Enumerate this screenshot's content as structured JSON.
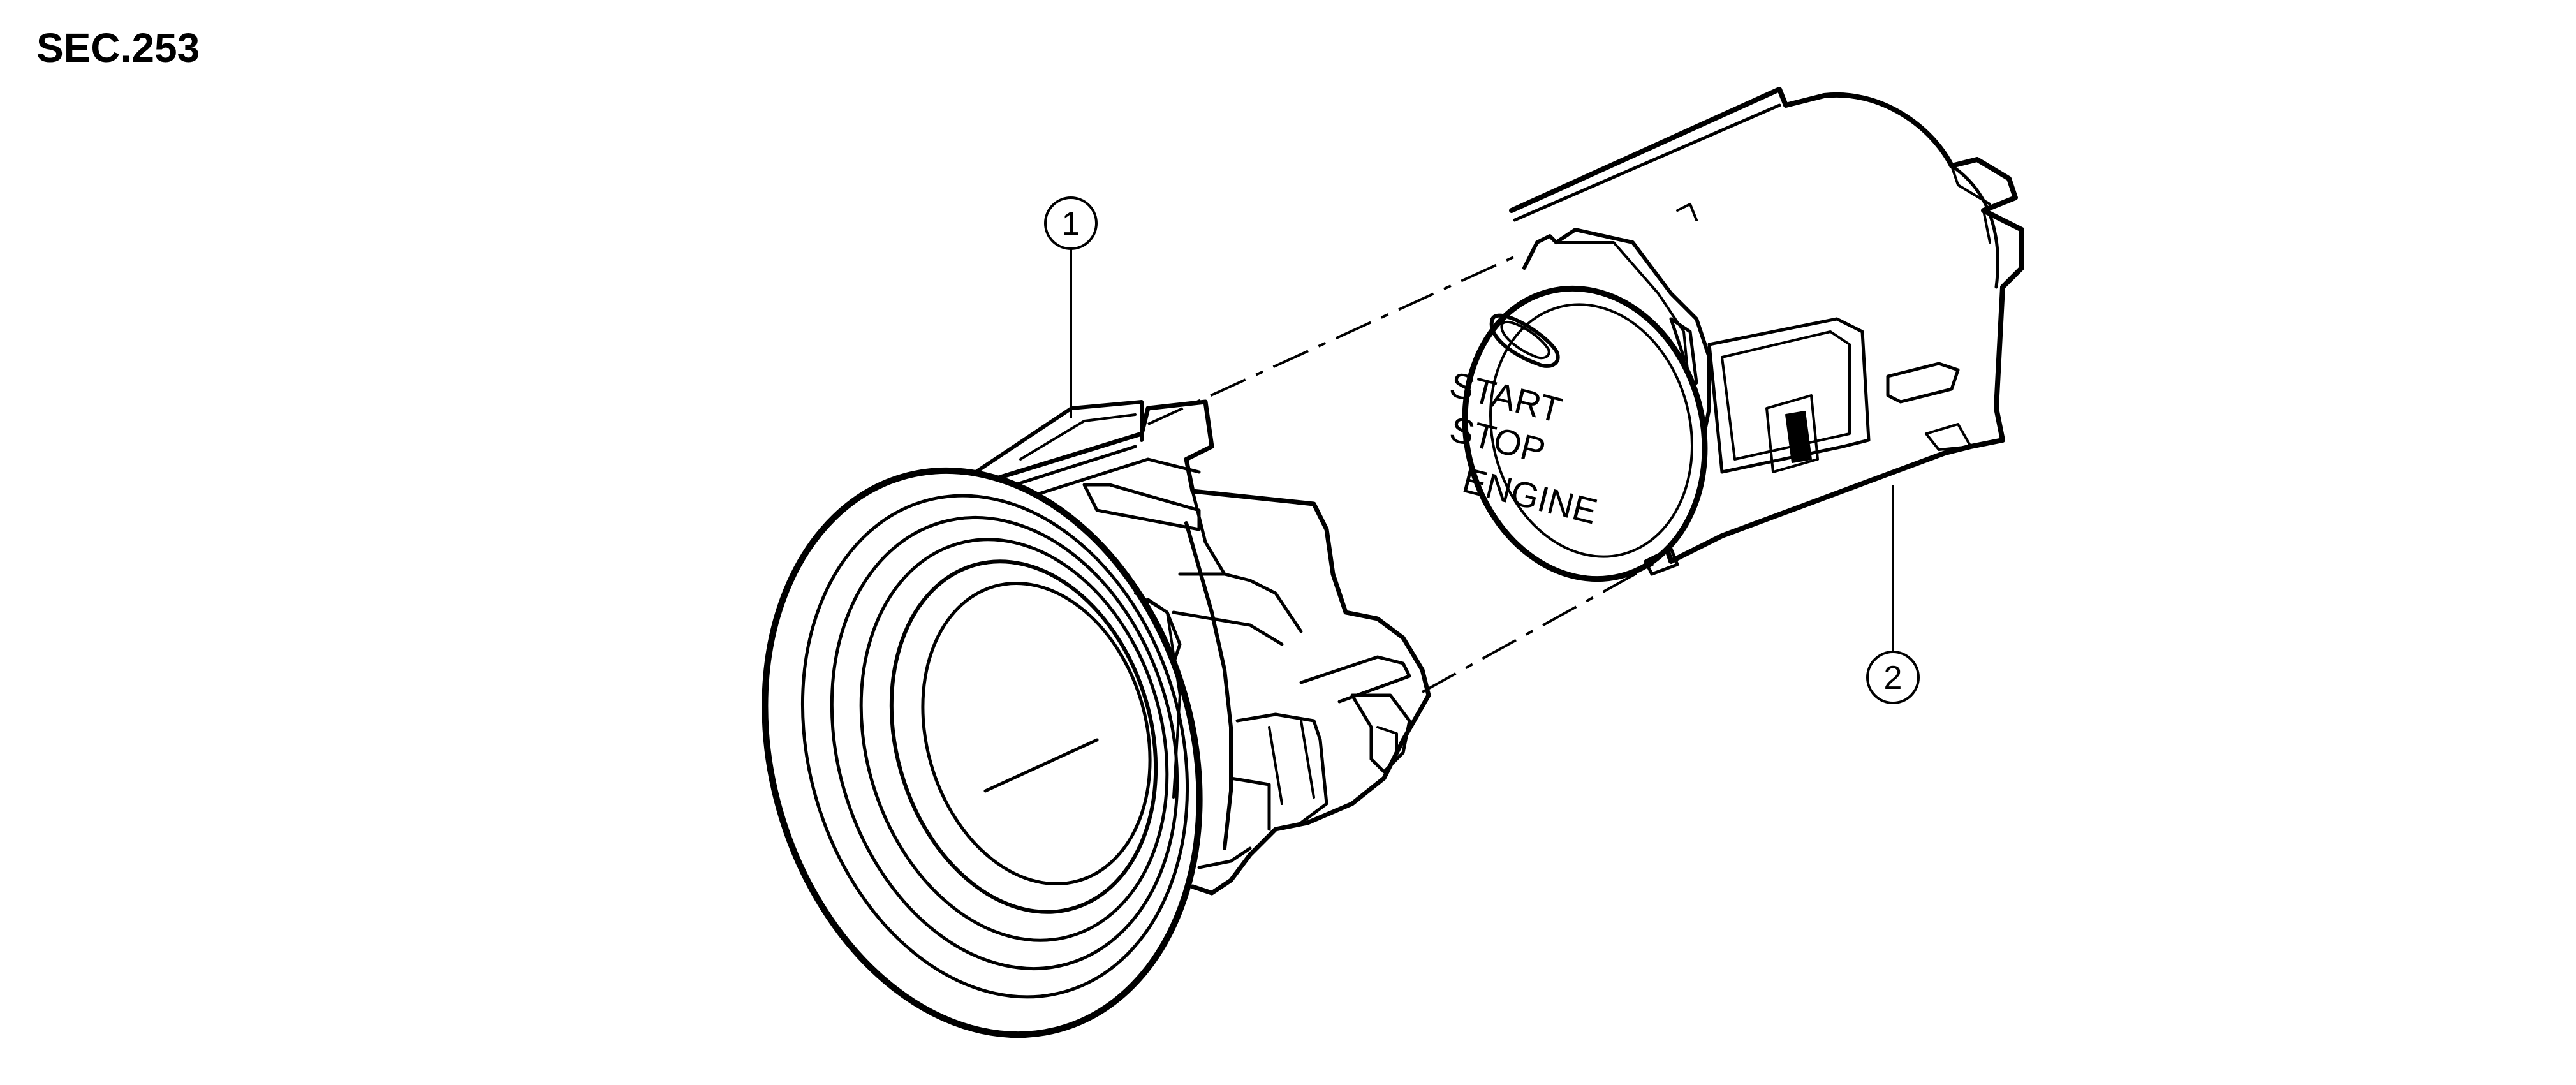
{
  "header": {
    "section_code": "SEC.253"
  },
  "callouts": [
    {
      "number": "1"
    },
    {
      "number": "2"
    }
  ],
  "button_face": {
    "lines": [
      "START",
      "STOP",
      "ENGINE"
    ]
  }
}
